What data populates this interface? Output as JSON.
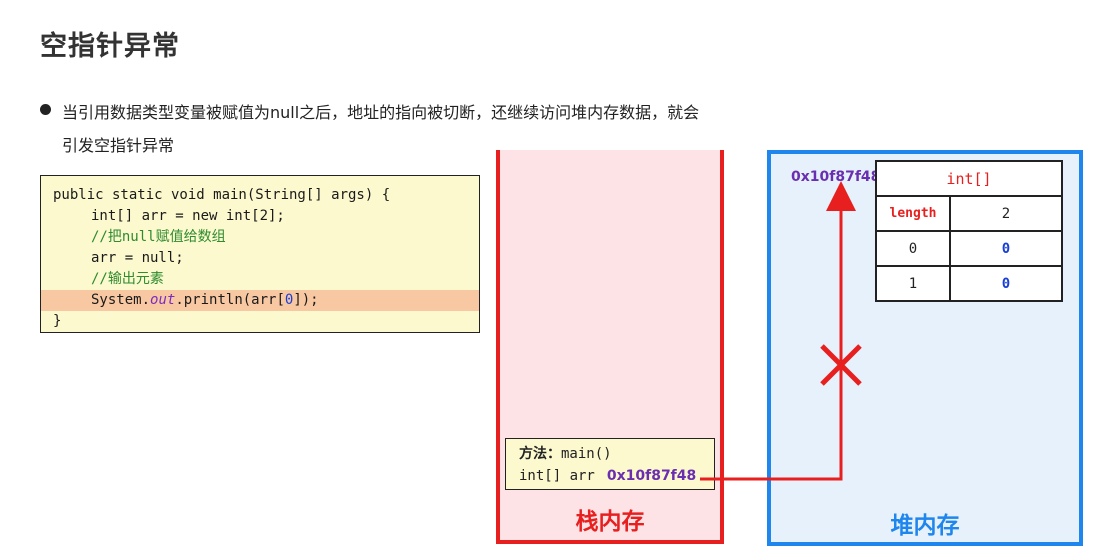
{
  "title": "空指针异常",
  "bullet": {
    "line1": "当引用数据类型变量被赋值为null之后，地址的指向被切断，还继续访问堆内存数据，就会",
    "line2": "引发空指针异常"
  },
  "code": {
    "line1": "public static void main(String[] args) {",
    "line2": "int[] arr = new int[2];",
    "line3": "//把null赋值给数组",
    "line4": "arr = null;",
    "line5": "//输出元素",
    "line6_a": "System.",
    "line6_b": "out",
    "line6_c": ".println(arr[",
    "line6_d": "0",
    "line6_e": "]);",
    "line7": "}"
  },
  "stack": {
    "label": "栈内存",
    "frame_method_key": "方法：",
    "frame_method_val": "main()",
    "frame_var": "int[] arr",
    "frame_addr": "0x10f87f48"
  },
  "heap": {
    "label": "堆内存",
    "addr": "0x10f87f48",
    "array_type": "int[]",
    "length_key": "length",
    "length_val": "2",
    "rows": [
      {
        "index": "0",
        "value": "0"
      },
      {
        "index": "1",
        "value": "0"
      }
    ]
  },
  "colors": {
    "stack_border": "#e81f1f",
    "heap_border": "#1e86ec",
    "pointer_line": "#e81f1f",
    "address": "#6a2fb0"
  }
}
